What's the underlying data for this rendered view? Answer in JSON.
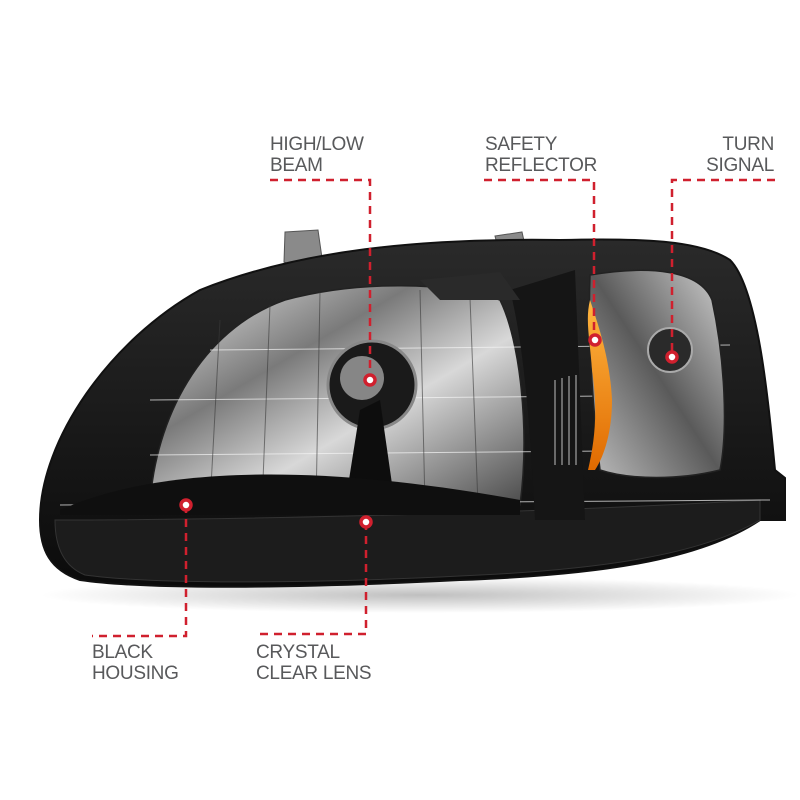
{
  "image": {
    "subject": "black housing headlight with crystal clear lens",
    "background": "#ffffff",
    "accent_color": "#d0202e",
    "label_color": "#58595b"
  },
  "callouts": [
    {
      "id": "high-low-beam",
      "lines": [
        "HIGH/LOW",
        "BEAM"
      ]
    },
    {
      "id": "safety-reflector",
      "lines": [
        "SAFETY",
        "REFLECTOR"
      ]
    },
    {
      "id": "turn-signal",
      "lines": [
        "TURN",
        "SIGNAL"
      ]
    },
    {
      "id": "black-housing",
      "lines": [
        "BLACK",
        "HOUSING"
      ]
    },
    {
      "id": "crystal-clear-lens",
      "lines": [
        "CRYSTAL",
        "CLEAR LENS"
      ]
    }
  ]
}
